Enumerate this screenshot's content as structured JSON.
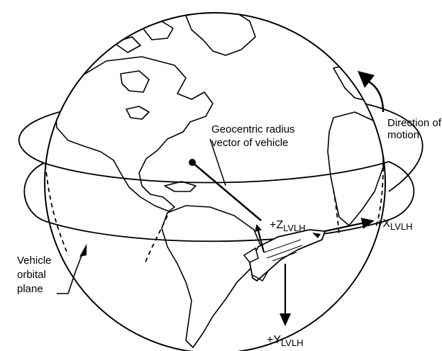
{
  "labels": {
    "geocentric_line1": "Geocentric radius",
    "geocentric_line2": "vector of vehicle",
    "direction_line1": "Direction of",
    "direction_line2": "motion",
    "orbital_line1": "Vehicle",
    "orbital_line2": "orbital",
    "orbital_line3": "plane"
  },
  "axes": {
    "z": {
      "sign": "+Z",
      "subscript": "LVLH"
    },
    "x": {
      "sign": "+X",
      "subscript": "LVLH"
    },
    "y": {
      "sign": "+Y",
      "subscript": "LVLH"
    }
  }
}
